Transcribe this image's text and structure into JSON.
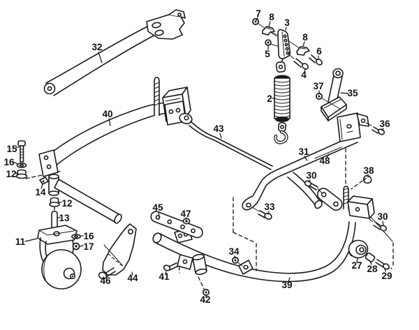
{
  "figure": {
    "type": "exploded-parts-diagram",
    "background_color": "#ffffff",
    "line_color": "#1a1a1a",
    "label_color": "#111111"
  },
  "callouts": {
    "p2": "2",
    "p3": "3",
    "p4": "4",
    "p5": "5",
    "p6": "6",
    "p7": "7",
    "p8a": "8",
    "p8b": "8",
    "p11": "11",
    "p12a": "12",
    "p12b": "12",
    "p13": "13",
    "p14": "14",
    "p15": "15",
    "p16a": "16",
    "p16b": "16",
    "p17": "17",
    "p27": "27",
    "p28": "28",
    "p29": "29",
    "p30a": "30",
    "p30b": "30",
    "p31": "31",
    "p32": "32",
    "p33": "33",
    "p34": "34",
    "p35": "35",
    "p36": "36",
    "p37": "37",
    "p38": "38",
    "p39": "39",
    "p40": "40",
    "p41": "41",
    "p42": "42",
    "p43": "43",
    "p44": "44",
    "p45": "45",
    "p46": "46",
    "p47": "47",
    "p48": "48"
  }
}
